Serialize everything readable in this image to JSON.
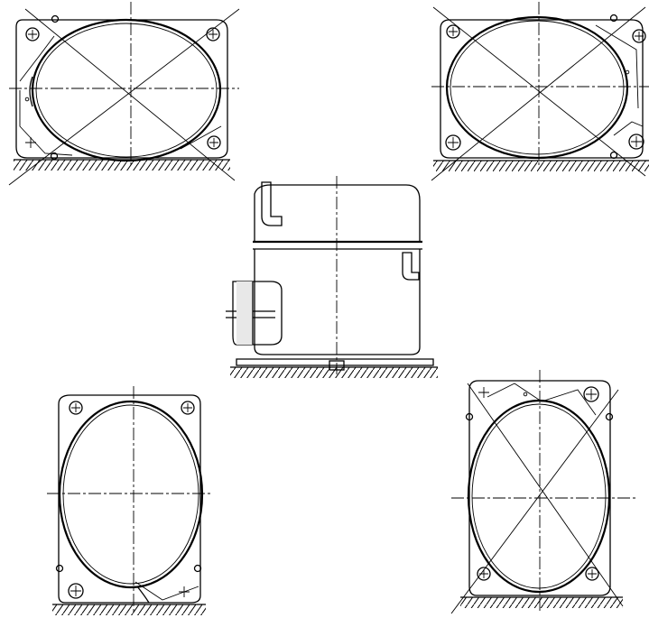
{
  "figure": {
    "background": "#ffffff",
    "ink": "#000000",
    "views": [
      {
        "id": "top-left",
        "orientation": "horizontal",
        "tilted": false
      },
      {
        "id": "top-right",
        "orientation": "horizontal",
        "tilted": true
      },
      {
        "id": "center",
        "orientation": "side-elevation",
        "tilted": false
      },
      {
        "id": "bottom-left",
        "orientation": "vertical",
        "tilted": false
      },
      {
        "id": "bottom-right",
        "orientation": "vertical",
        "tilted": true
      }
    ]
  }
}
